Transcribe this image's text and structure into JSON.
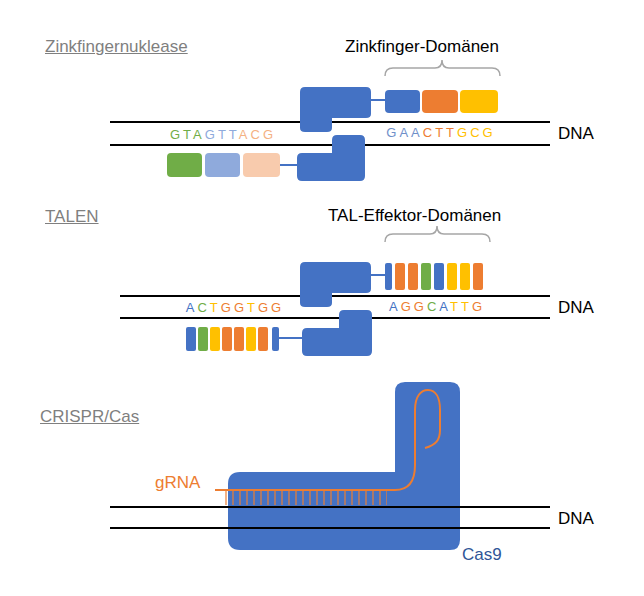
{
  "diagram": {
    "labels": [
      "Zinkfingernuklease",
      "Zinkfinger-Domänen",
      "GAACTTGCG",
      "DNA",
      "GTAGTTACG",
      "TALEN",
      "TAL-Effektor-Domänen",
      "AGGCATTG",
      "DNA",
      "ACTGGTGG",
      "CRISPR/Cas",
      "gRNA",
      "DNA",
      "Cas9"
    ]
  }
}
